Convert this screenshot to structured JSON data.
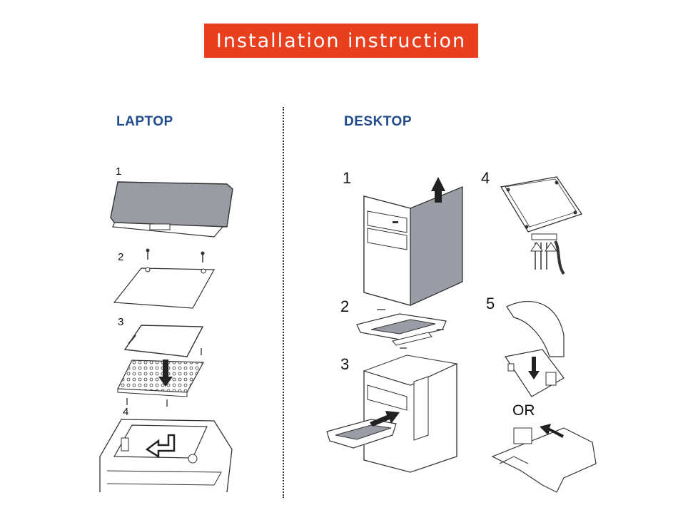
{
  "header": {
    "title": "Installation instruction"
  },
  "laptop": {
    "title": "LAPTOP",
    "steps": [
      "1",
      "2",
      "3",
      "4"
    ]
  },
  "desktop": {
    "title": "DESKTOP",
    "steps": [
      "1",
      "2",
      "3",
      "4",
      "5"
    ],
    "or_label": "OR"
  },
  "colors": {
    "banner": "#e8401f",
    "section_title": "#1f4a8c",
    "case_gray": "#9b9da6"
  }
}
